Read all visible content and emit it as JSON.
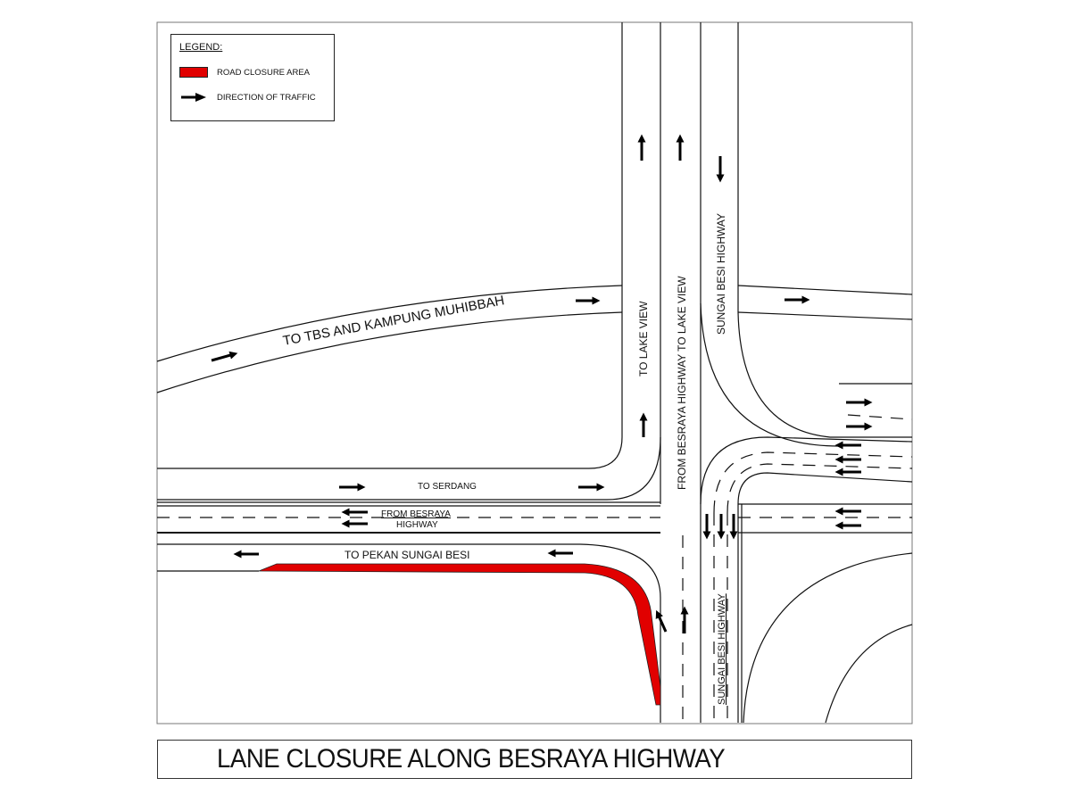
{
  "legend": {
    "title": "LEGEND:",
    "items": [
      {
        "symbol": "red-swatch",
        "label": "ROAD CLOSURE AREA",
        "color": "#e10000"
      },
      {
        "symbol": "arrow-right-icon",
        "label": "DIRECTION OF TRAFFIC"
      }
    ]
  },
  "road_labels": {
    "tbs": "TO TBS AND KAMPUNG MUHIBBAH",
    "lake_view": "TO LAKE VIEW",
    "besraya_lake_view": "FROM BESRAYA HIGHWAY TO LAKE VIEW",
    "sungai_besi_north": "SUNGAI BESI HIGHWAY",
    "serdang": "TO SERDANG",
    "from_besraya_1": "FROM BESRAYA",
    "from_besraya_2": "HIGHWAY",
    "pekan": "TO PEKAN SUNGAI BESI",
    "sungai_besi_south": "SUNGAI BESI HIGHWAY"
  },
  "title": "LANE CLOSURE ALONG BESRAYA HIGHWAY",
  "colors": {
    "closure": "#e10000",
    "line": "#111111"
  }
}
